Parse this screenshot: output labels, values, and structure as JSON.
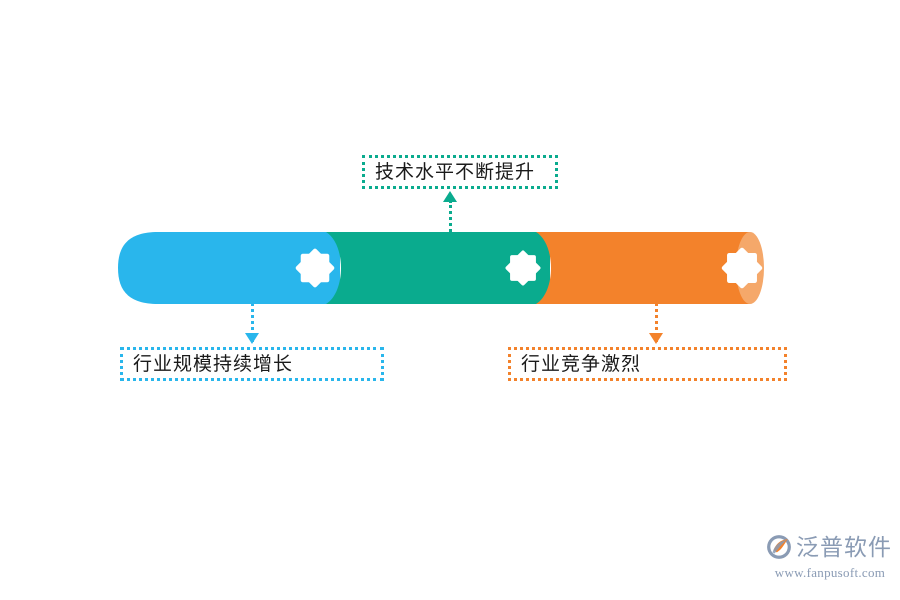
{
  "diagram": {
    "type": "segmented-cylinder-callout",
    "title_visible": false,
    "colors": {
      "segment_blue": "#29b6ec",
      "segment_teal": "#0aab8e",
      "segment_orange": "#f3822b",
      "cap_orange_light": "#f5a86a",
      "icon_fill": "#ffffff",
      "text": "#1a1a1a",
      "background": "#ffffff",
      "watermark": "#8a9bb4",
      "watermark_accent": "#f3822b"
    },
    "segments": [
      {
        "id": "segment-1",
        "color_key": "segment_blue",
        "icon": "eight-point-star-icon"
      },
      {
        "id": "segment-2",
        "color_key": "segment_teal",
        "icon": "eight-point-star-icon"
      },
      {
        "id": "segment-3",
        "color_key": "segment_orange",
        "icon": "eight-point-star-icon"
      }
    ],
    "labels": {
      "top": {
        "text": "技术水平不断提升",
        "border_color": "#0aab8e",
        "connector": "dotted-line-arrow-up",
        "attached_segment": "segment-2"
      },
      "bottom_left": {
        "text": "行业规模持续增长",
        "border_color": "#29b6ec",
        "connector": "dotted-line-arrow-down",
        "attached_segment": "segment-1"
      },
      "bottom_right": {
        "text": "行业竞争激烈",
        "border_color": "#f3822b",
        "connector": "dotted-line-arrow-down",
        "attached_segment": "segment-3"
      }
    }
  },
  "watermark": {
    "brand": "泛普软件",
    "url": "www.fanpusoft.com",
    "logo_icon": "fanpu-swirl-logo-icon"
  }
}
